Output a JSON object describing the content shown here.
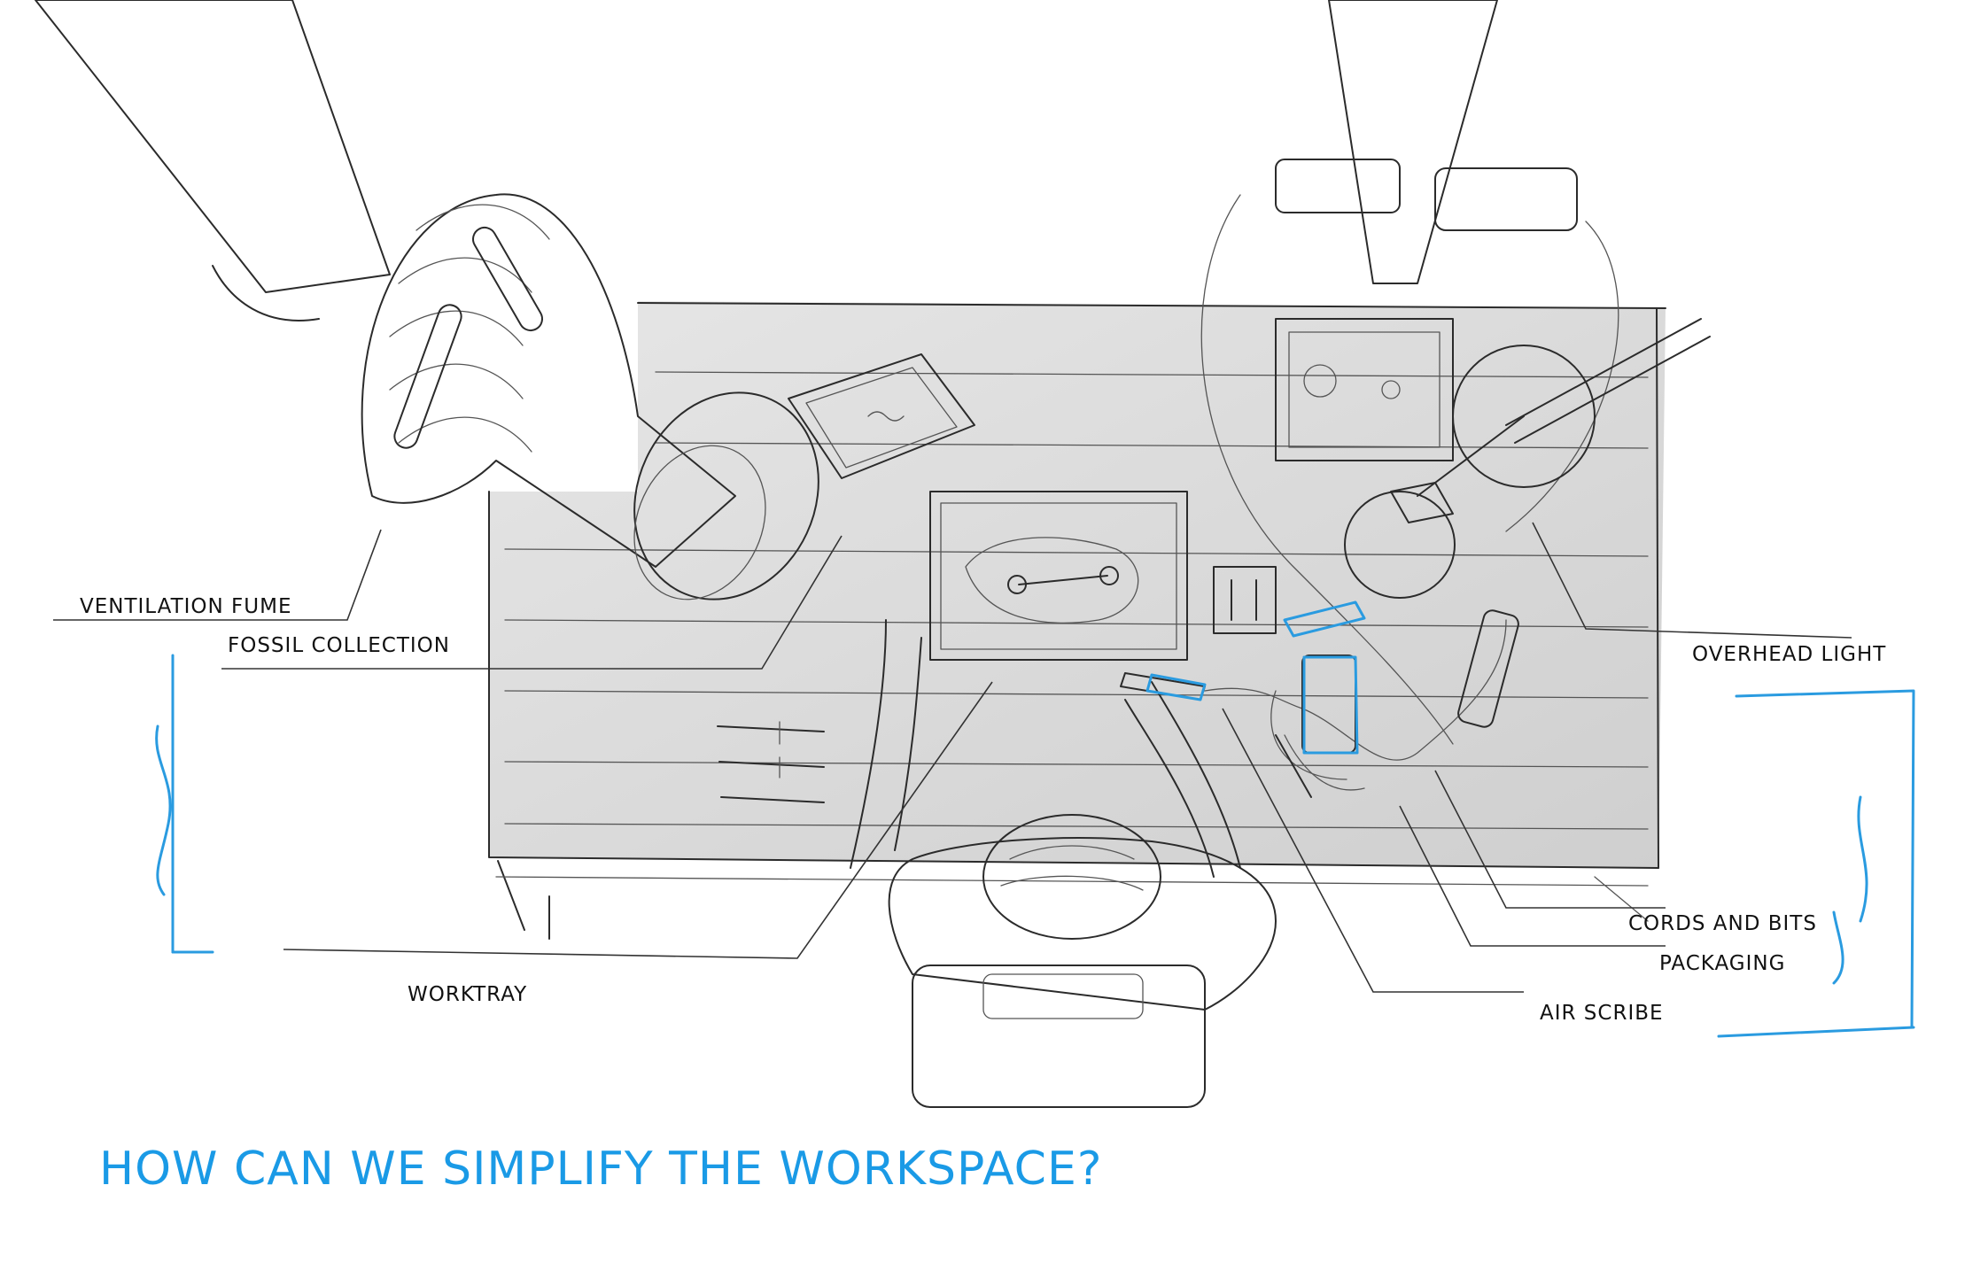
{
  "labels": {
    "ventilation_fume": "VENTILATION FUME",
    "fossil_collection": "FOSSIL COLLECTION",
    "worktray": "WORKTRAY",
    "overhead_light": "OVERHEAD LIGHT",
    "cords_and_bits": "CORDS AND BITS",
    "packaging": "PACKAGING",
    "air_scribe": "AIR SCRIBE"
  },
  "headline": "HOW CAN WE SIMPLIFY THE WORKSPACE?",
  "colors": {
    "accent_blue": "#1a9ae6",
    "ink": "#2b2b2b",
    "table_fill": "#dcdcdc"
  }
}
